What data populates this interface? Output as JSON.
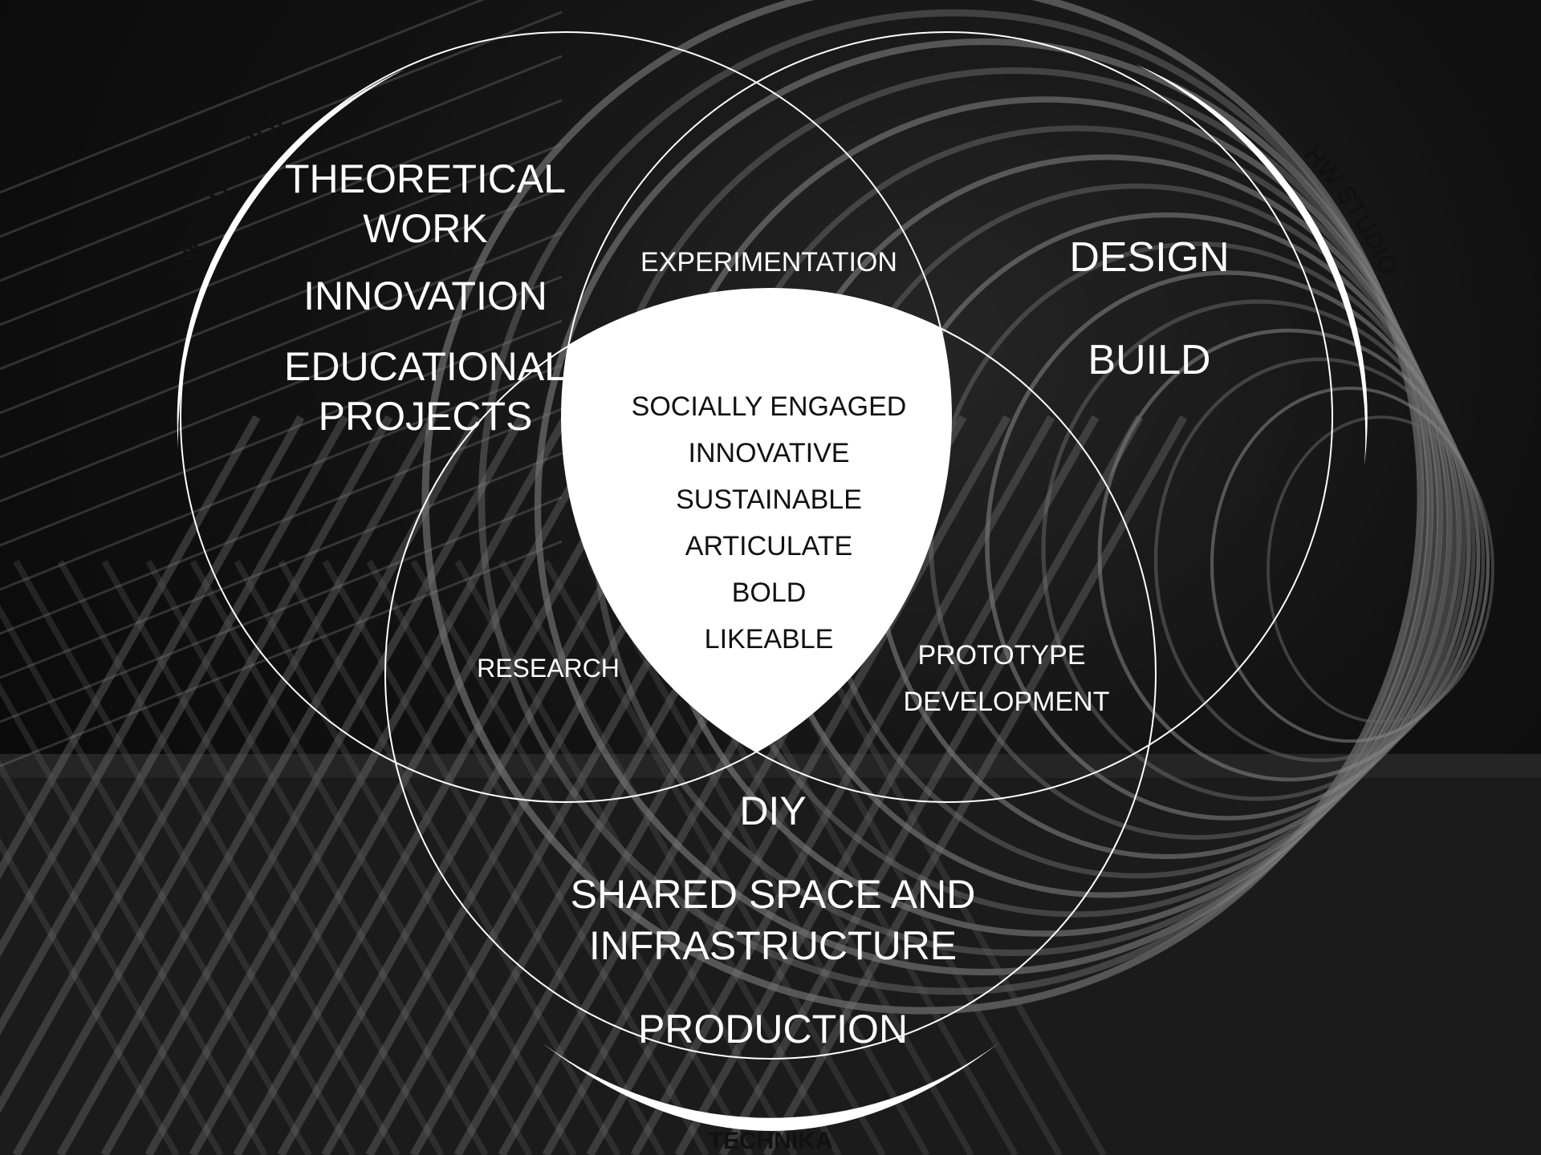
{
  "circles": {
    "education": {
      "band_label": "HW EDUCATION",
      "lines": [
        "THEORETICAL",
        "WORK",
        "INNOVATION",
        "EDUCATIONAL",
        "PROJECTS"
      ]
    },
    "studio": {
      "band_label": "HW STUDIO",
      "lines": [
        "DESIGN",
        "BUILD"
      ]
    },
    "technika": {
      "band_label": "TECHNIKA",
      "lines": [
        "DIY",
        "SHARED SPACE AND",
        "INFRASTRUCTURE",
        "PRODUCTION"
      ]
    }
  },
  "overlaps": {
    "education_studio": "EXPERIMENTATION",
    "education_technika": "RESEARCH",
    "studio_technika": [
      "PROTOTYPE",
      "DEVELOPMENT"
    ]
  },
  "center": {
    "values": [
      "SOCIALLY ENGAGED",
      "INNOVATIVE",
      "SUSTAINABLE",
      "ARTICULATE",
      "BOLD",
      "LIKEABLE"
    ]
  },
  "colors": {
    "background": "#141414",
    "lines": "#ffffff",
    "center_fill": "#ffffff",
    "center_text": "#111111",
    "band_fill": "#ffffff",
    "band_text": "#111111",
    "label_text": "#ffffff"
  }
}
